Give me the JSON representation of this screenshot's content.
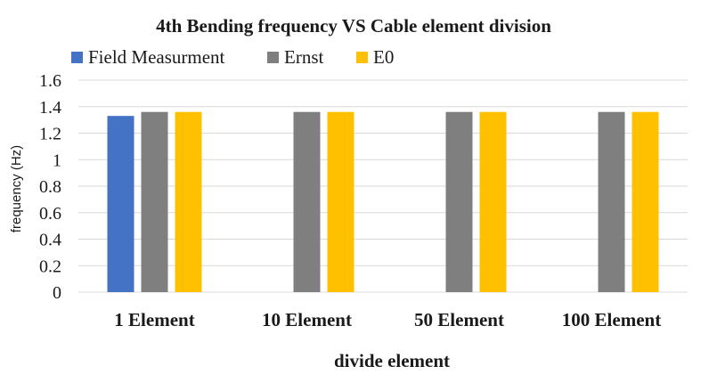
{
  "chart_data": {
    "type": "bar",
    "title": "4th Bending frequency  VS Cable element division",
    "xlabel": "divide element",
    "ylabel": "frequency (Hz)",
    "categories": [
      "1 Element",
      "10 Element",
      "50 Element",
      "100 Element"
    ],
    "series": [
      {
        "name": "Field Measurment",
        "color": "#4472c4",
        "values": [
          1.33,
          null,
          null,
          null
        ]
      },
      {
        "name": "Ernst",
        "color": "#7f7f7f",
        "values": [
          1.36,
          1.36,
          1.36,
          1.36
        ]
      },
      {
        "name": "E0",
        "color": "#ffc000",
        "values": [
          1.36,
          1.36,
          1.36,
          1.36
        ]
      }
    ],
    "ylim": [
      0,
      1.6
    ],
    "yticks": [
      "0",
      "0.2",
      "0.4",
      "0.6",
      "0.8",
      "1",
      "1.2",
      "1.4",
      "1.6"
    ],
    "grid": true,
    "legend_position": "top-left"
  }
}
